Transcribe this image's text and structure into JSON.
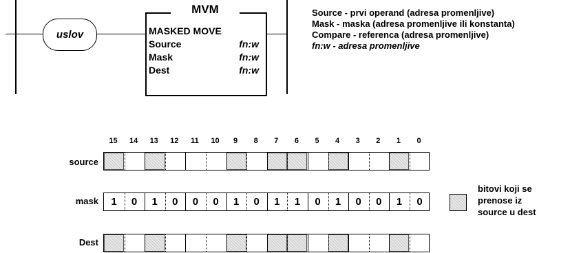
{
  "ladder": {
    "condition": "uslov",
    "block_title": "MVM",
    "block_subtitle": "MASKED MOVE",
    "rows": [
      {
        "label": "Source",
        "value": "fn:w"
      },
      {
        "label": "Mask",
        "value": "fn:w"
      },
      {
        "label": "Dest",
        "value": "fn:w"
      }
    ]
  },
  "notes": {
    "line1": "Source - prvi operand (adresa promenljive)",
    "line2": "Mask  - maska (adresa promenljive ili konstanta)",
    "line3": "Compare - referenca (adresa promenljive)",
    "line4": "fn:w  - adresa promenljive"
  },
  "bit_numbers": [
    "15",
    "14",
    "13",
    "12",
    "11",
    "10",
    "9",
    "8",
    "7",
    "6",
    "5",
    "4",
    "3",
    "2",
    "1",
    "0"
  ],
  "registers": {
    "source_label": "source",
    "mask_label": "mask",
    "dest_label": "Dest",
    "mask_bits": [
      "1",
      "0",
      "1",
      "0",
      "0",
      "0",
      "1",
      "0",
      "1",
      "1",
      "0",
      "1",
      "0",
      "0",
      "1",
      "0"
    ],
    "transferred_bits": [
      15,
      13,
      9,
      7,
      6,
      4,
      1
    ]
  },
  "legend": {
    "line1": "bitovi koji se",
    "line2": "prenose  iz",
    "line3": "source u dest"
  },
  "colors": {
    "hatch": "#e8e8e8",
    "line": "#000000"
  }
}
